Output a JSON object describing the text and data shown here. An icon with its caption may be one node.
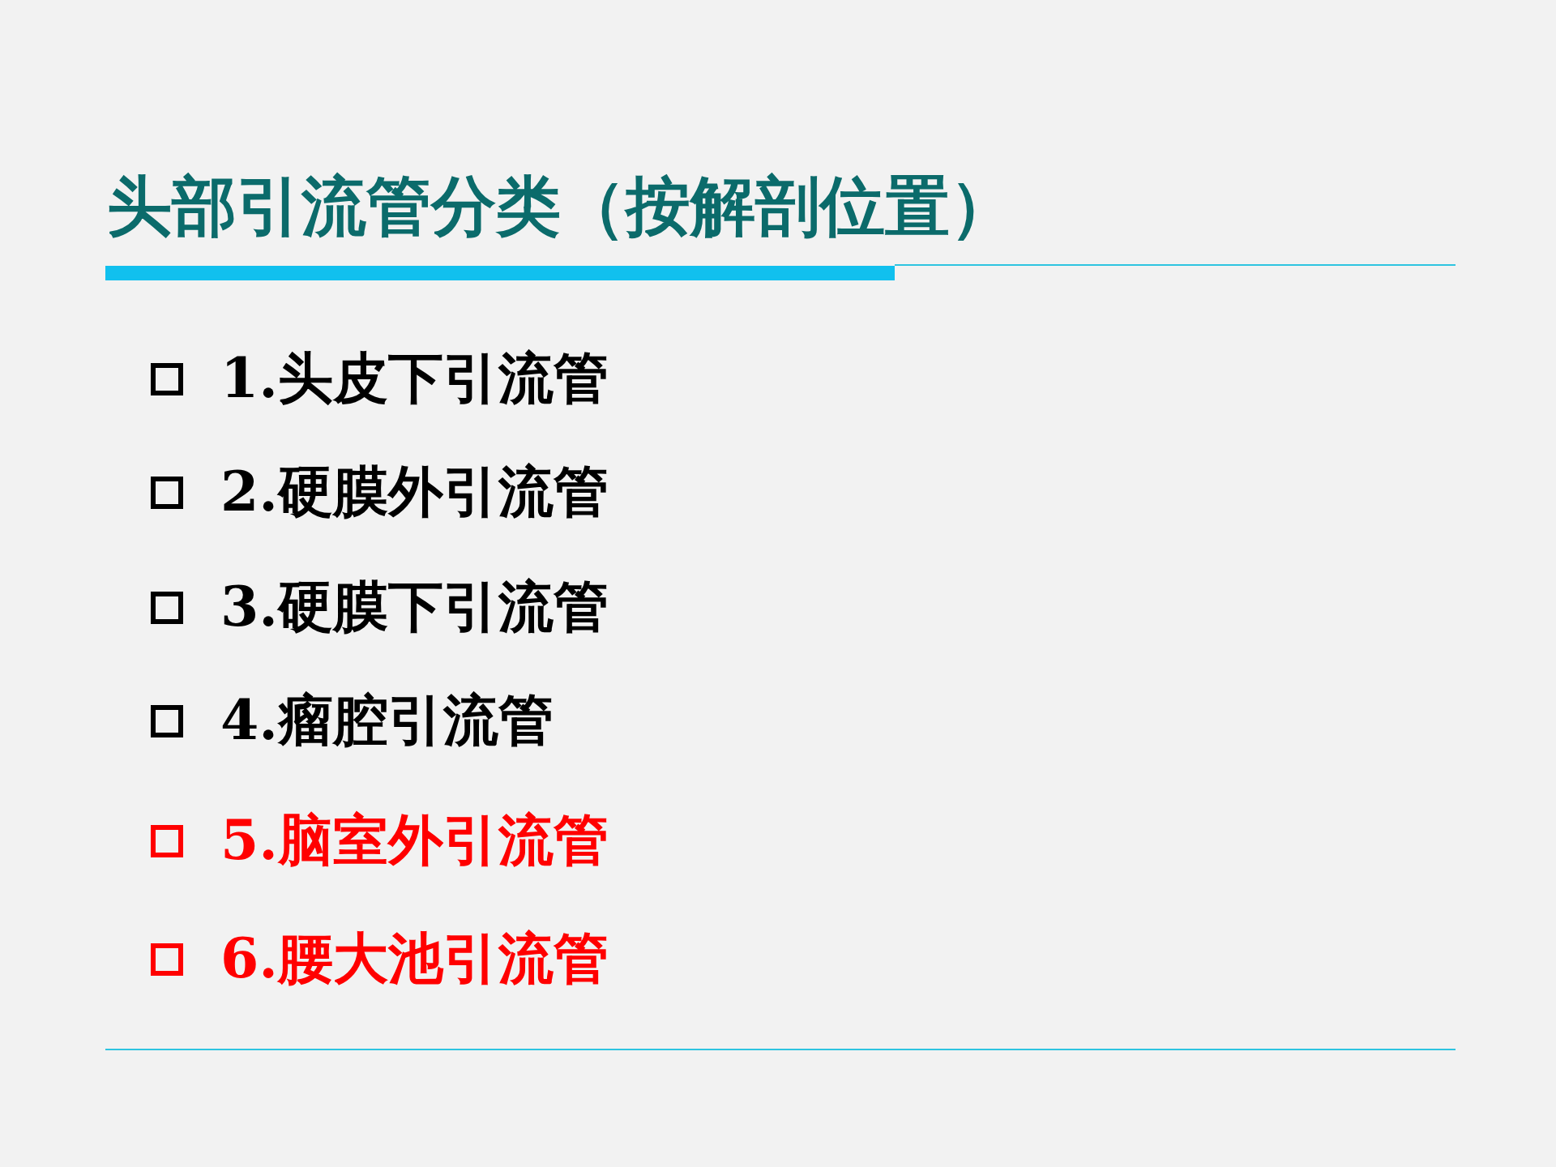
{
  "diagram": {
    "title": "头部引流管分类（按解剖位置）",
    "labels": [
      "1.头皮下引流管",
      "2.硬膜外引流管",
      "3.硬膜下引流管",
      "4.瘤腔引流管",
      "5.脑室外引流管",
      "6.腰大池引流管"
    ]
  }
}
